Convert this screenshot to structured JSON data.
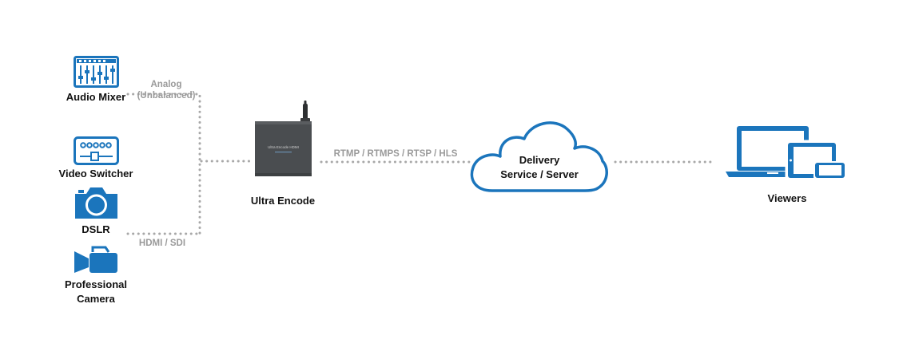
{
  "sources": {
    "audio_mixer": "Audio Mixer",
    "video_switcher": "Video Switcher",
    "dslr": "DSLR",
    "pro_camera_line1": "Professional",
    "pro_camera_line2": "Camera"
  },
  "connections": {
    "analog_line1": "Analog",
    "analog_line2": "(Unbalanced)",
    "hdmi_sdi": "HDMI / SDI",
    "protocols": "RTMP / RTMPS / RTSP / HLS"
  },
  "encoder": {
    "label": "Ultra Encode",
    "device_text": "Ultra Encode HDMI"
  },
  "cloud": {
    "line1": "Delivery",
    "line2": "Service / Server"
  },
  "viewers": {
    "label": "Viewers"
  },
  "colors": {
    "icon_blue": "#1b75bc",
    "connector_gray": "#9a9a9a",
    "device_dark": "#4a4d50"
  }
}
